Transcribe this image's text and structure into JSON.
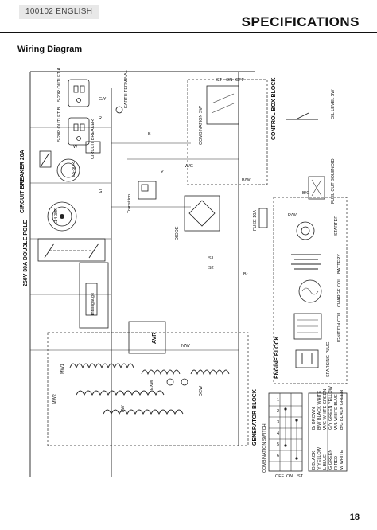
{
  "header": {
    "doc_code": "100102 ENGLISH",
    "title": "SPECIFICATIONS"
  },
  "section_title": "Wiring Diagram",
  "page_number": "18",
  "diagram": {
    "components": {
      "earth_terminal": "EARTH TERMINAL",
      "combination_sw": "COMBINATION SW",
      "control_box_block": "CONTROL BOX BLOCK",
      "oil_level_sw": "OIL LEVEL SW",
      "fuel_cut_solenoid": "FUEL CUT SOLENOID",
      "fuse": "FUSE 10A",
      "starter": "STARTER",
      "battery": "BATTERY",
      "charge_coil": "CHARGE COIL",
      "ignition_coil": "IGNITION COIL",
      "engine_block": "ENGINE BLOCK",
      "sparking_plug": "SPARKING PLUG",
      "generator_block": "GENERATOR BLOCK",
      "circuit_breaker": "CIRCUIT BREAKER 20A",
      "double_pole": "250V 30A DOUBLE POLE",
      "breaker_small": "CIRCUIT BREAKER",
      "intelligauge": "Intelligauge",
      "avr": "AVR",
      "diode": "DIODE",
      "transition": "Transition",
      "mw1": "MW1",
      "mw2": "MW2",
      "fw": "FW",
      "exw": "EXW",
      "dcw": "DCW",
      "outlet_a": "5-20R OUTLET A",
      "outlet_b": "5-20R OUTLET B",
      "outlet_c": "L5-30R",
      "outlet_d": "L14-30R",
      "wire_codes": [
        "G/Y",
        "R",
        "B",
        "W",
        "Y",
        "W/G",
        "B/W",
        "Br",
        "B/G",
        "R/W",
        "G",
        "N/W"
      ],
      "sw_positions": [
        "ST",
        "ON",
        "OFF"
      ],
      "sw_terminals": [
        "4",
        "5",
        "6",
        "1",
        "2",
        "3"
      ],
      "diode_pins": [
        "S1",
        "S2"
      ],
      "wire_ids": [
        "R/W",
        "W/G",
        "N/W"
      ]
    },
    "combination_table": {
      "title": "COMBINATION SWITCH",
      "columns": [
        "1",
        "2",
        "3",
        "4",
        "5",
        "6"
      ],
      "rows": [
        {
          "label": "OFF",
          "cells": [
            "",
            "",
            "",
            "",
            "",
            ""
          ]
        },
        {
          "label": "ON",
          "cells": [
            "",
            "",
            "",
            "",
            "",
            ""
          ]
        },
        {
          "label": "ST",
          "cells": [
            "",
            "",
            "",
            "",
            "",
            ""
          ]
        }
      ]
    },
    "color_legend": [
      {
        "code": "B",
        "name": "BLACK"
      },
      {
        "code": "Br",
        "name": "BROWN"
      },
      {
        "code": "Y",
        "name": "YELLOW"
      },
      {
        "code": "B/W",
        "name": "BLACK WHITE"
      },
      {
        "code": "L",
        "name": "BLUE"
      },
      {
        "code": "W/G",
        "name": "WHITE GREEN"
      },
      {
        "code": "G",
        "name": "GREEN"
      },
      {
        "code": "G/Y",
        "name": "GREEN YELLOW"
      },
      {
        "code": "R",
        "name": "RED"
      },
      {
        "code": "W/L",
        "name": "WHITE BLUE"
      },
      {
        "code": "W",
        "name": "WHITE"
      },
      {
        "code": "B/G",
        "name": "BLACK GREEN"
      }
    ]
  }
}
